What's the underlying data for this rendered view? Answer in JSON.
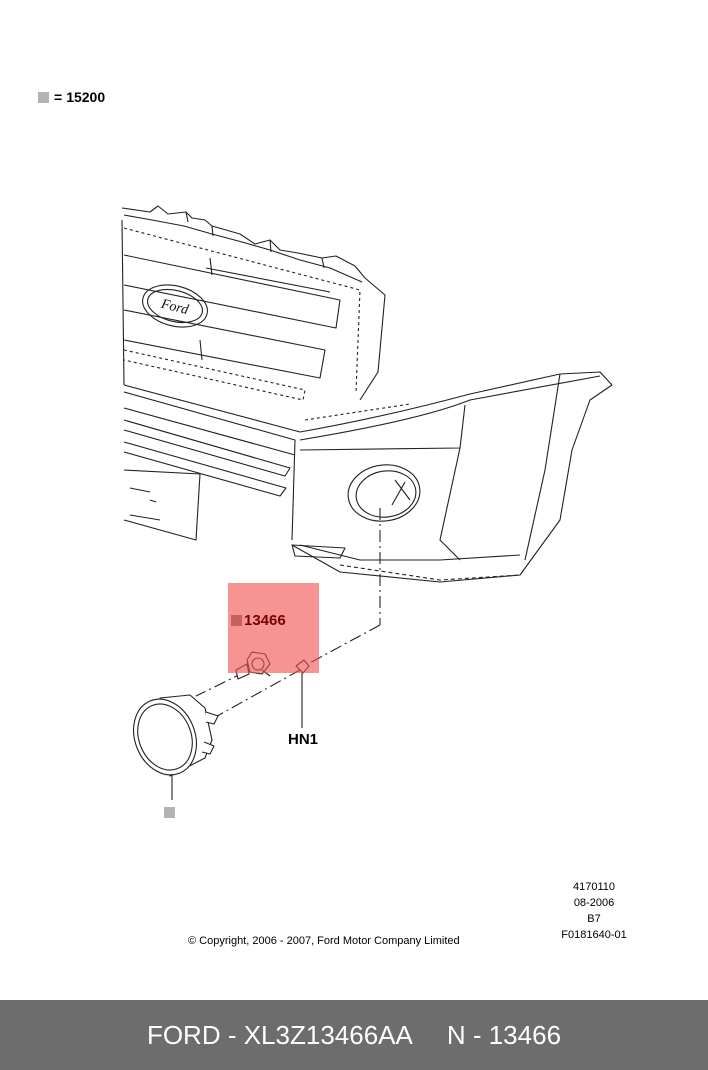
{
  "legend": {
    "equals": "=",
    "number": "15200"
  },
  "callouts": {
    "part_13466": "13466",
    "hn1": "HN1"
  },
  "drawing": {
    "grille_emblem_text": "Ford"
  },
  "meta": {
    "line1": "4170110",
    "line2": "08-2006",
    "line3": "B7",
    "line4": "F0181640-01"
  },
  "copyright": "© Copyright, 2006 - 2007, Ford Motor Company Limited",
  "footer": {
    "left": "FORD - XL3Z13466AA",
    "right": "N - 13466"
  },
  "colors": {
    "highlight": "#f05050",
    "footer_bg": "#6d6d6d",
    "legend_square": "#b3b3b3"
  }
}
